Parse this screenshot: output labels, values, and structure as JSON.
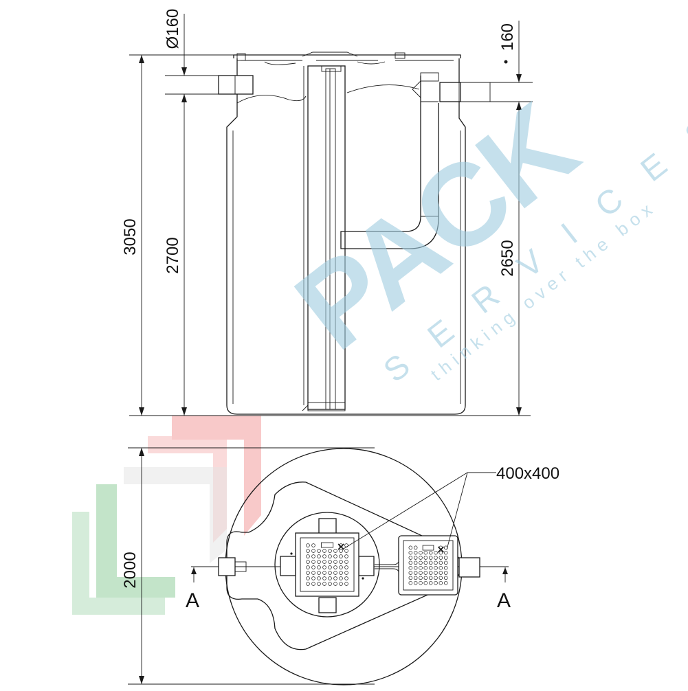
{
  "elevation": {
    "dim_inlet_diameter": "Ø160",
    "dim_outlet": "160",
    "dim_total_height": "3050",
    "dim_inlet_height": "2700",
    "dim_outlet_height": "2650"
  },
  "plan": {
    "dim_diameter": "2000",
    "cover_size": "400x400",
    "section_mark_left": "A",
    "section_mark_right": "A"
  },
  "watermark": {
    "brand": "PACK",
    "sub": "S E R V I C E S",
    "tagline": "thinking over the box",
    "colors": {
      "blue": "#9fcde0",
      "red": "#f08a8a",
      "green": "#7cc48a"
    }
  }
}
